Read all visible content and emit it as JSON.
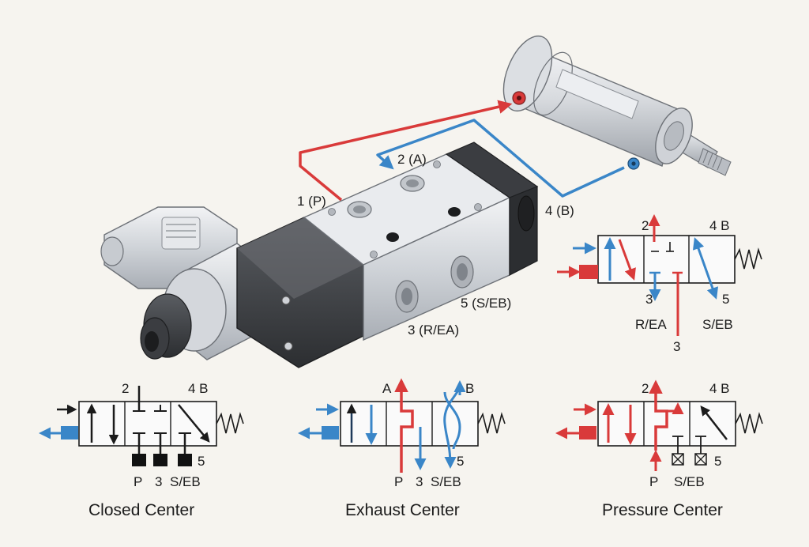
{
  "colors": {
    "pressure_red": "#d93a3a",
    "exhaust_blue": "#3a86c8",
    "background": "#f6f4ef",
    "line_black": "#1b1b1b"
  },
  "valve_labels": {
    "port_p": "1 (P)",
    "port_a": "2 (A)",
    "port_b": "4 (B)",
    "port_eb": "5 (S/EB)",
    "port_ea": "3 (R/EA)"
  },
  "top_symbol": {
    "label_2": "2",
    "label_4b": "4 B",
    "label_3": "3",
    "label_5": "5",
    "label_rea": "R/EA",
    "label_seb": "S/EB",
    "label_3b": "3"
  },
  "closed_center": {
    "label_2": "2",
    "label_4b": "4 B",
    "label_p": "P",
    "label_3": "3",
    "label_seb": "S/EB",
    "label_5": "5",
    "caption": "Closed Center"
  },
  "exhaust_center": {
    "label_a": "A",
    "label_b": "B",
    "label_p": "P",
    "label_3": "3",
    "label_seb": "S/EB",
    "label_5": "5",
    "caption": "Exhaust Center"
  },
  "pressure_center": {
    "label_2": "2",
    "label_4b": "4 B",
    "label_p": "P",
    "label_seb": "S/EB",
    "label_5": "5",
    "caption": "Pressure Center"
  }
}
